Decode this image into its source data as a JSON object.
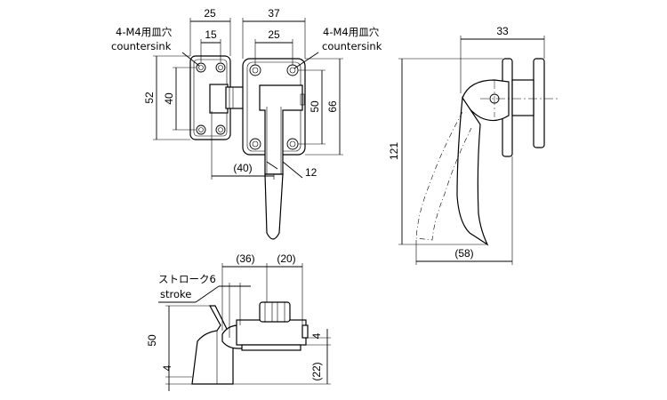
{
  "front_view": {
    "dims": {
      "top_left_outer": "25",
      "top_left_inner": "15",
      "top_right_outer": "37",
      "top_right_inner": "25",
      "left_outer": "52",
      "left_inner": "40",
      "right_inner": "50",
      "right_outer": "66",
      "bottom_offset": "(40)",
      "handle_width": "12"
    },
    "notes": {
      "left_hole_spec": "4-M4用皿穴",
      "left_hole_sub": "countersink",
      "right_hole_spec": "4-M4用皿穴",
      "right_hole_sub": "countersink"
    }
  },
  "side_view": {
    "dims": {
      "width": "33",
      "height": "121",
      "sweep": "(58)"
    }
  },
  "bottom_view": {
    "dims": {
      "span_36": "(36)",
      "span_20": "(20)",
      "height_50": "50",
      "offset_4_left": "4",
      "offset_4_right": "4",
      "height_22": "(22)"
    },
    "notes": {
      "stroke_jp": "ストローク6",
      "stroke_en": "stroke"
    }
  }
}
